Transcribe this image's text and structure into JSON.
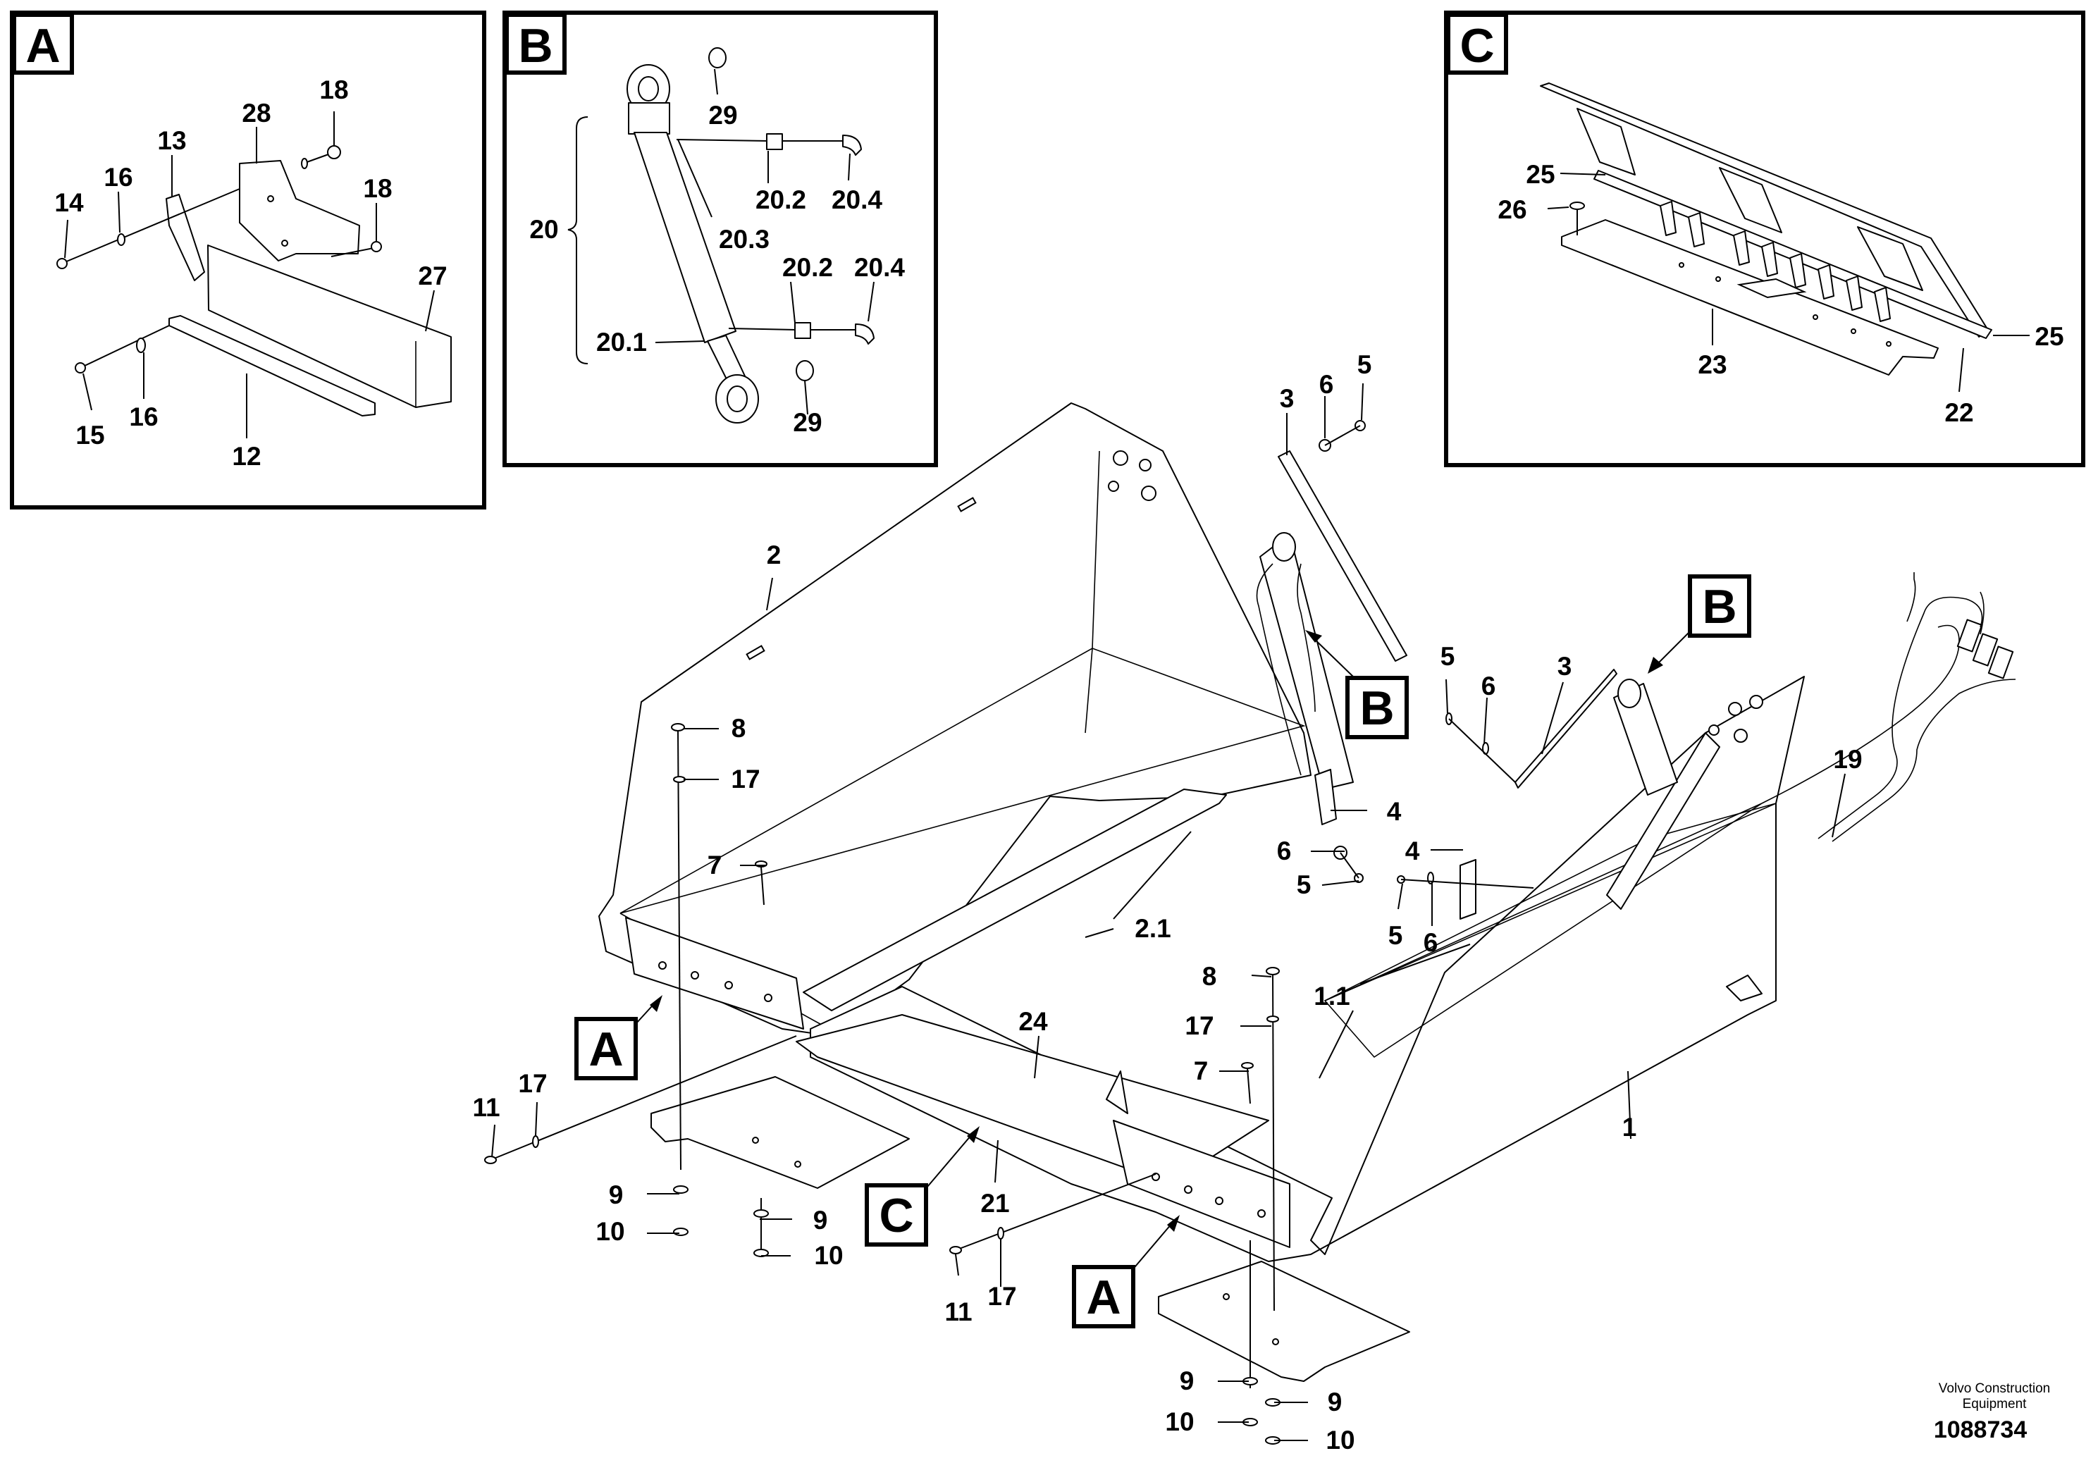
{
  "panels": {
    "A": {
      "title": "A",
      "labels": [
        "28",
        "18",
        "13",
        "16",
        "14",
        "18",
        "27",
        "15",
        "16",
        "12"
      ]
    },
    "B": {
      "title": "B",
      "labels": [
        "29",
        "20",
        "20.2",
        "20.4",
        "20.3",
        "20.2",
        "20.4",
        "20.1",
        "29"
      ]
    },
    "C": {
      "title": "C",
      "labels": [
        "25",
        "26",
        "25",
        "23",
        "22"
      ]
    }
  },
  "main": {
    "callouts": [
      "B",
      "B",
      "A",
      "A",
      "C"
    ],
    "labels": [
      "3",
      "6",
      "5",
      "2",
      "5",
      "6",
      "3",
      "8",
      "17",
      "4",
      "7",
      "6",
      "4",
      "5",
      "2.1",
      "5",
      "6",
      "19",
      "8",
      "1.1",
      "24",
      "17",
      "7",
      "11",
      "17",
      "1",
      "9",
      "9",
      "10",
      "10",
      "21",
      "11",
      "17",
      "9",
      "9",
      "10",
      "10"
    ]
  },
  "footer": {
    "credit_line1": "Volvo Construction",
    "credit_line2": "Equipment",
    "drawing_number": "1088734"
  }
}
